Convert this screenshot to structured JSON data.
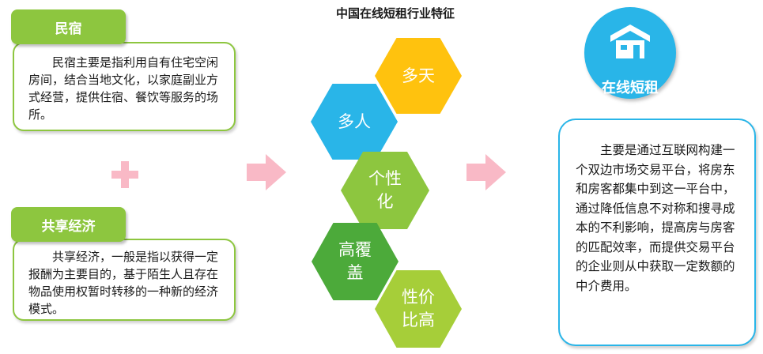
{
  "left_top": {
    "tag": "民宿",
    "text": "民宿主要是指利用自有住宅空闲房间，结合当地文化，以家庭副业方式经营，提供住宿、餐饮等服务的场所。"
  },
  "left_bottom": {
    "tag": "共享经济",
    "text": "共享经济，一般是指以获得一定报酬为主要目的，基于陌生人且存在物品使用权暂时转移的一种新的经济模式。"
  },
  "center": {
    "title": "中国在线短租行业特征",
    "hexagons": [
      {
        "label": "多天",
        "color": "#ffc20e"
      },
      {
        "label": "多人",
        "color": "#29b5e8"
      },
      {
        "label": "个性化",
        "line1": "个性",
        "line2": "化",
        "color": "#8dc63f"
      },
      {
        "label": "高覆盖",
        "line1": "高覆",
        "line2": "盖",
        "color": "#4caa3a"
      },
      {
        "label": "性价比高",
        "line1": "性价",
        "line2": "比高",
        "color": "#a6ce39"
      }
    ]
  },
  "right": {
    "circle_label": "在线短租",
    "text": "主要是通过互联网构建一个双边市场交易平台，将房东和房客都集中到这一平台中，通过降低信息不对称和搜寻成本的不利影响，提高房与房客的匹配效率，而提供交易平台的企业则从中获取一定数额的中介费用。"
  },
  "colors": {
    "green": "#8dc63f",
    "blue": "#29b5e8",
    "pink": "#f9b9c6",
    "yellow": "#ffc20e"
  },
  "icons": [
    "plus-icon",
    "arrow-right-icon",
    "house-icon"
  ]
}
